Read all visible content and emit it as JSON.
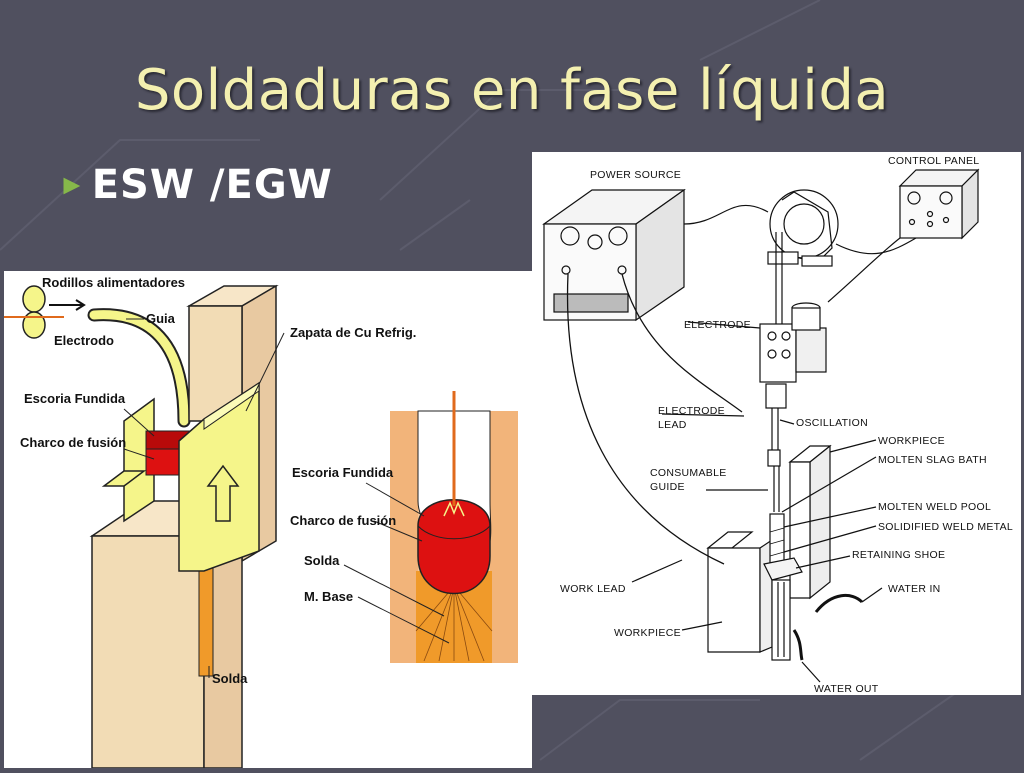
{
  "slide": {
    "title": "Soldaduras en fase líquida",
    "bullet": "ESW /EGW"
  },
  "left_figure": {
    "labels": {
      "rodillos": "Rodillos alimentadores",
      "guia": "Guia",
      "electrodo": "Electrodo",
      "zapata": "Zapata de Cu Refrig.",
      "escoria": "Escoria Fundida",
      "charco": "Charco de fusión",
      "solda": "Solda"
    },
    "detail_labels": {
      "escoria": "Escoria Fundida",
      "charco": "Charco de fusión",
      "solda": "Solda",
      "base": "M. Base"
    }
  },
  "right_figure": {
    "labels": {
      "power_source": "POWER SOURCE",
      "control_panel": "CONTROL PANEL",
      "electrode": "ELECTRODE",
      "electrode_lead_1": "ELECTRODE",
      "electrode_lead_2": "LEAD",
      "oscillation": "OSCILLATION",
      "workpiece_top": "WORKPIECE",
      "molten_slag": "MOLTEN SLAG BATH",
      "consumable_1": "CONSUMABLE",
      "consumable_2": "GUIDE",
      "molten_weld": "MOLTEN WELD POOL",
      "solidified": "SOLIDIFIED WELD METAL",
      "retaining": "RETAINING SHOE",
      "work_lead": "WORK LEAD",
      "water_in": "WATER IN",
      "workpiece_bottom": "WORKPIECE",
      "water_out": "WATER OUT"
    }
  },
  "colors": {
    "background": "#50505f",
    "title": "#f4f0b0",
    "bullet_arrow": "#86b84a",
    "copper_shoe": "#f2dcb5",
    "cooling_plate": "#f5f58a",
    "weld_pool": "#dd1111",
    "slag": "#b80a0a",
    "weld_metal": "#f09a2a"
  }
}
